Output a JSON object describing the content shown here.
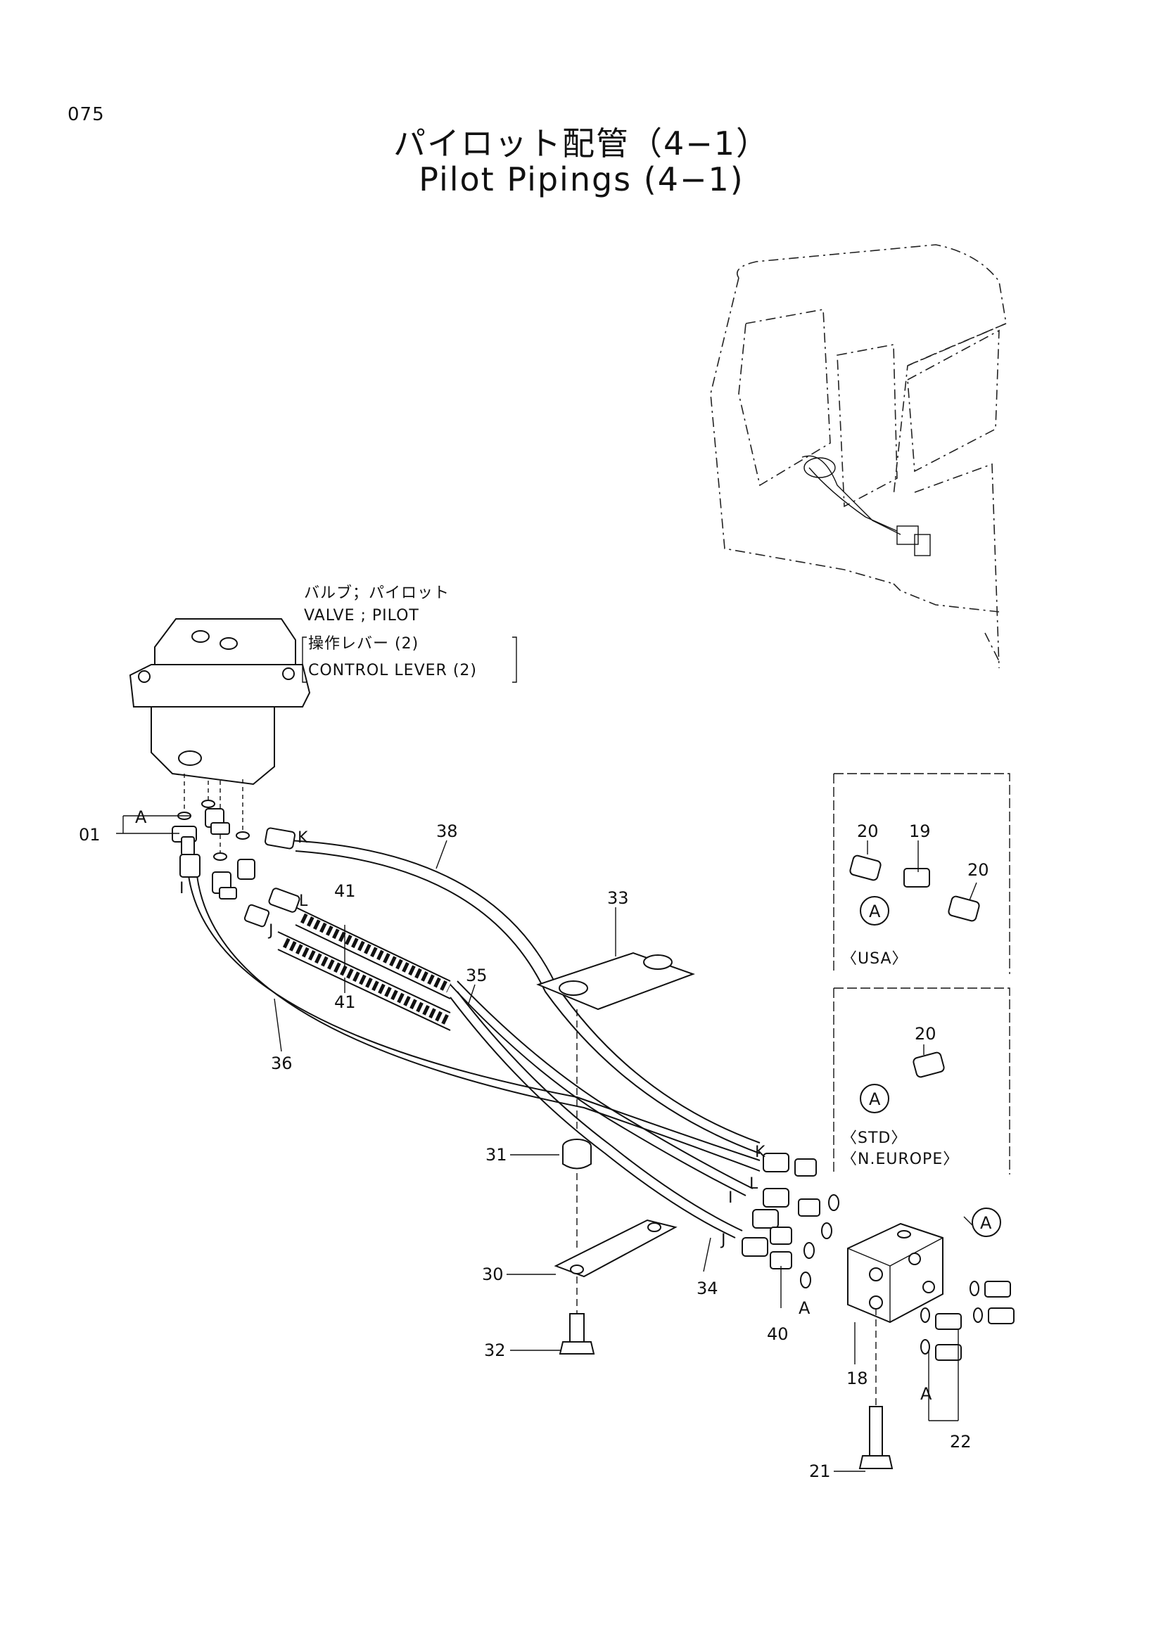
{
  "page_number": "075",
  "title_jp": "パイロット配管（4−1）",
  "title_en": "Pilot Pipings (4−1)",
  "valve_note": {
    "line1": "バルブ；パイロット",
    "line2": "VALVE ; PILOT",
    "line3": "操作レバー (2)",
    "line4": "CONTROL LEVER (2)"
  },
  "callouts": {
    "p01": "01",
    "p18": "18",
    "p19": "19",
    "p20a": "20",
    "p20b": "20",
    "p20c": "20",
    "p21": "21",
    "p22": "22",
    "p30": "30",
    "p31": "31",
    "p32": "32",
    "p33": "33",
    "p34": "34",
    "p35": "35",
    "p36": "36",
    "p38": "38",
    "p40": "40",
    "p41a": "41",
    "p41b": "41"
  },
  "port_letters": {
    "I1": "I",
    "J1": "J",
    "K1": "K",
    "L1": "L",
    "I2": "I",
    "J2": "J",
    "K2": "K",
    "L2": "L"
  },
  "ref_marks": {
    "a_bracket": "A",
    "a_circle_usa": "A",
    "a_circle_std": "A",
    "a_circle_block": "A",
    "a_small_40": "A",
    "a_small_22": "A"
  },
  "variants": {
    "usa": "〈USA〉",
    "std": "〈STD〉",
    "n_europe": "〈N.EUROPE〉"
  }
}
